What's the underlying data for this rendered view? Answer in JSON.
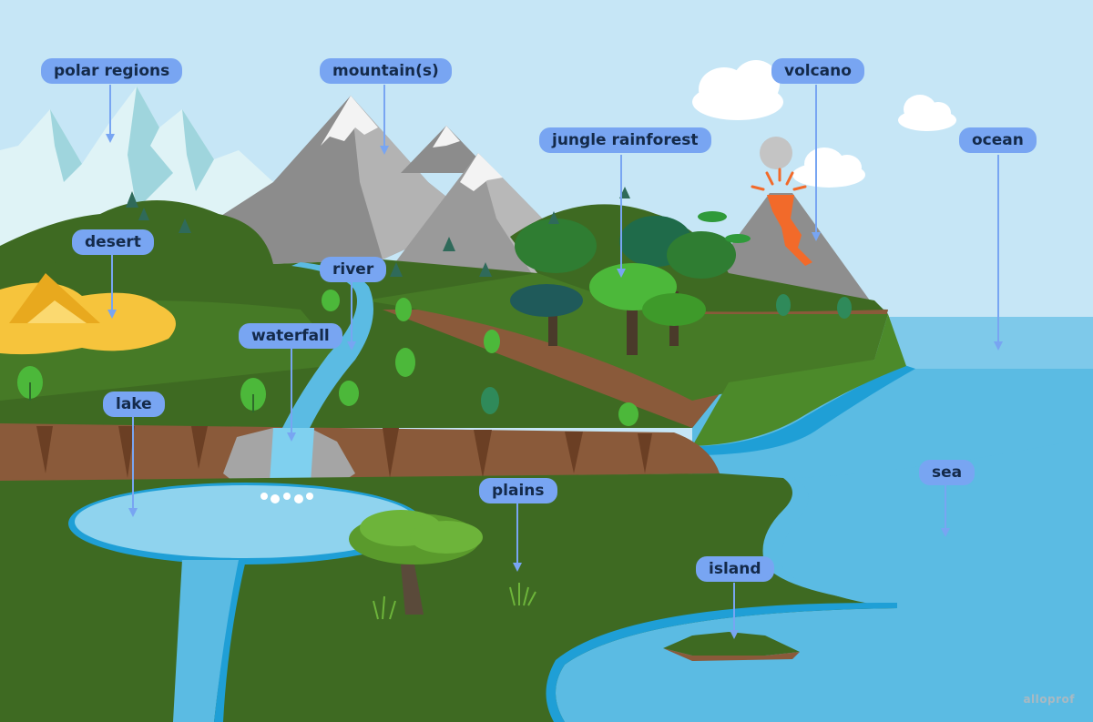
{
  "labels": {
    "polar_regions": "polar regions",
    "mountains": "mountain(s)",
    "volcano": "volcano",
    "jungle_rainforest": "jungle rainforest",
    "ocean": "ocean",
    "desert": "desert",
    "river": "river",
    "waterfall": "waterfall",
    "lake": "lake",
    "plains": "plains",
    "sea": "sea",
    "island": "island"
  },
  "watermark": "alloprof",
  "colors": {
    "sky": "#c6e6f6",
    "label_fill": "#78a5f2",
    "label_text": "#142a4a",
    "grass": "#3e6a22",
    "grass_light": "#4c8a2a",
    "cliff": "#8a5a3a",
    "water": "#5bbbe3",
    "water_edge": "#1f9fd6",
    "desert": "#f6c43c",
    "lava": "#f26a2a",
    "snow": "#dff3f6",
    "rock": "#9a9a9a"
  }
}
